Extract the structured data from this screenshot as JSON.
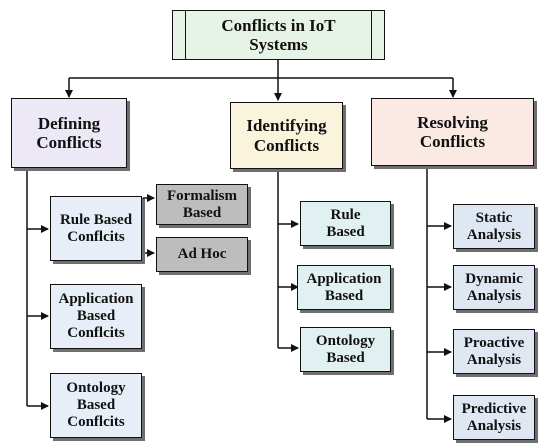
{
  "root": {
    "label": "Conflicts in IoT Systems"
  },
  "branches": {
    "defining": {
      "label": "Defining Conflicts"
    },
    "identifying": {
      "label": "Identifying Conflicts"
    },
    "resolving": {
      "label": "Resolving Conflicts"
    }
  },
  "defining_children": {
    "rule": {
      "label": "Rule Based Conflcits"
    },
    "application": {
      "label": "Application Based Conflcits"
    },
    "ontology": {
      "label": "Ontology Based Conflcits"
    }
  },
  "rule_children": {
    "formalism": {
      "label": "Formalism Based"
    },
    "adhoc": {
      "label": "Ad Hoc"
    }
  },
  "identifying_children": {
    "rule": {
      "label": "Rule Based"
    },
    "application": {
      "label": "Application Based"
    },
    "ontology": {
      "label": "Ontology Based"
    }
  },
  "resolving_children": {
    "static": {
      "label": "Static Analysis"
    },
    "dynamic": {
      "label": "Dynamic Analysis"
    },
    "proactive": {
      "label": "Proactive Analysis"
    },
    "predictive": {
      "label": "Predictive Analysis"
    }
  },
  "colors": {
    "root_fill": "#e6f3e6",
    "defining_fill": "#ece8f6",
    "identifying_fill": "#fbf4dc",
    "resolving_fill": "#fbe9e4",
    "defining_child_fill": "#e8eef8",
    "rule_child_fill": "#bdbdbd",
    "identifying_child_fill": "#e1f1f2",
    "resolving_child_fill": "#dfe7f3"
  }
}
